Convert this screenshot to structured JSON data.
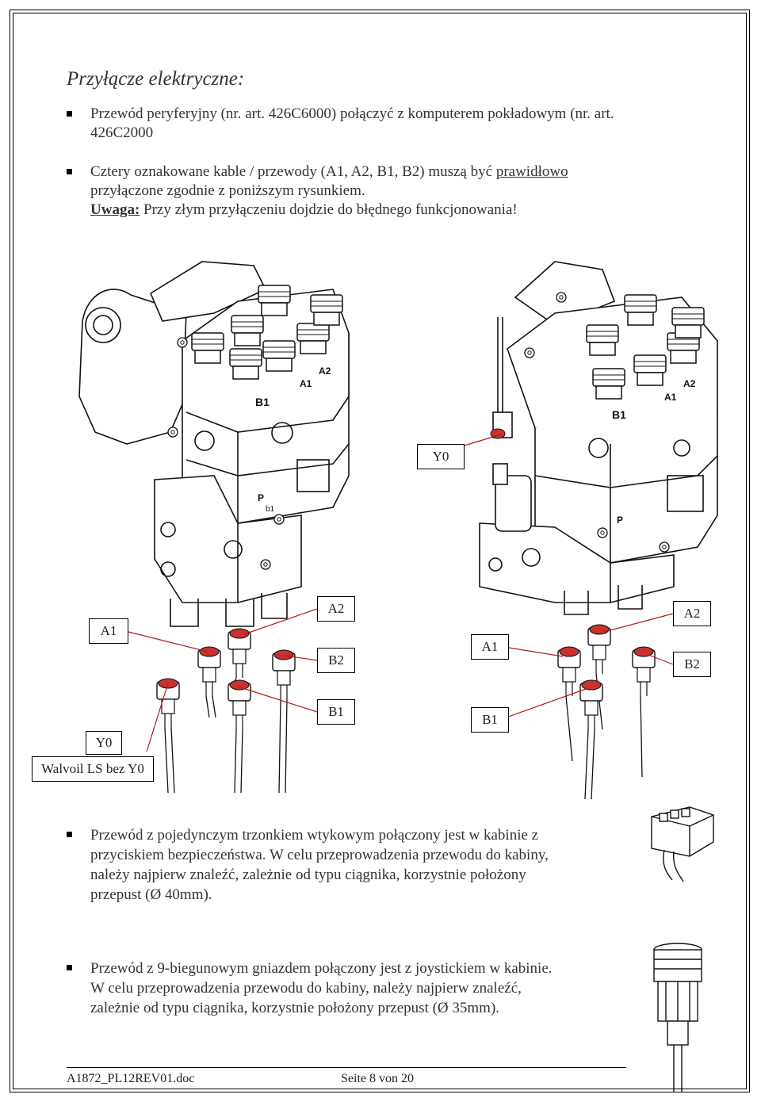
{
  "heading": "Przyłącze elektryczne:",
  "intro_bullets": [
    {
      "lines": [
        "Przewód peryferyjny (nr. art. 426C6000) połączyć z komputerem pokładowym (nr. art.",
        "426C2000"
      ]
    },
    {
      "line1_a": "Cztery oznakowane kable / przewody (A1, A2, B1, B2) muszą być ",
      "line1_u": "prawidłowo",
      "line2": "przyłączone zgodnie z poniższym rysunkiem.",
      "warn_label": "Uwaga:",
      "warn_text": " Przy złym przyłączeniu dojdzie do błędnego funkcjonowania!"
    }
  ],
  "callouts": {
    "y0_right": "Y0",
    "a1_left": "A1",
    "a2_left": "A2",
    "b2_left": "B2",
    "b1_left": "B1",
    "y0_left": "Y0",
    "a1_right": "A1",
    "a2_right": "A2",
    "b2_right": "B2",
    "b1_right": "B1",
    "caption": "Walvoil LS bez Y0"
  },
  "lower_bullets": [
    {
      "lines": [
        "Przewód z pojedynczym trzonkiem wtykowym połączony jest w kabinie z",
        "przyciskiem bezpieczeństwa. W celu przeprowadzenia przewodu do kabiny,",
        "należy najpierw znaleźć, zależnie od typu ciągnika, korzystnie położony",
        "przepust (Ø 40mm)."
      ]
    },
    {
      "lines": [
        "Przewód z 9-biegunowym gniazdem połączony jest z joystickiem w kabinie.",
        "W celu przeprowadzenia przewodu do kabiny, należy najpierw znaleźć,",
        "zależnie od typu ciągnika, korzystnie położony przepust (Ø 35mm)."
      ]
    }
  ],
  "footer": {
    "doc": "A1872_PL12REV01.doc",
    "page": "Seite 8 von 20"
  },
  "colors": {
    "connector_red": "#c8322e",
    "leader": "#b01c1c",
    "line": "#000000"
  }
}
